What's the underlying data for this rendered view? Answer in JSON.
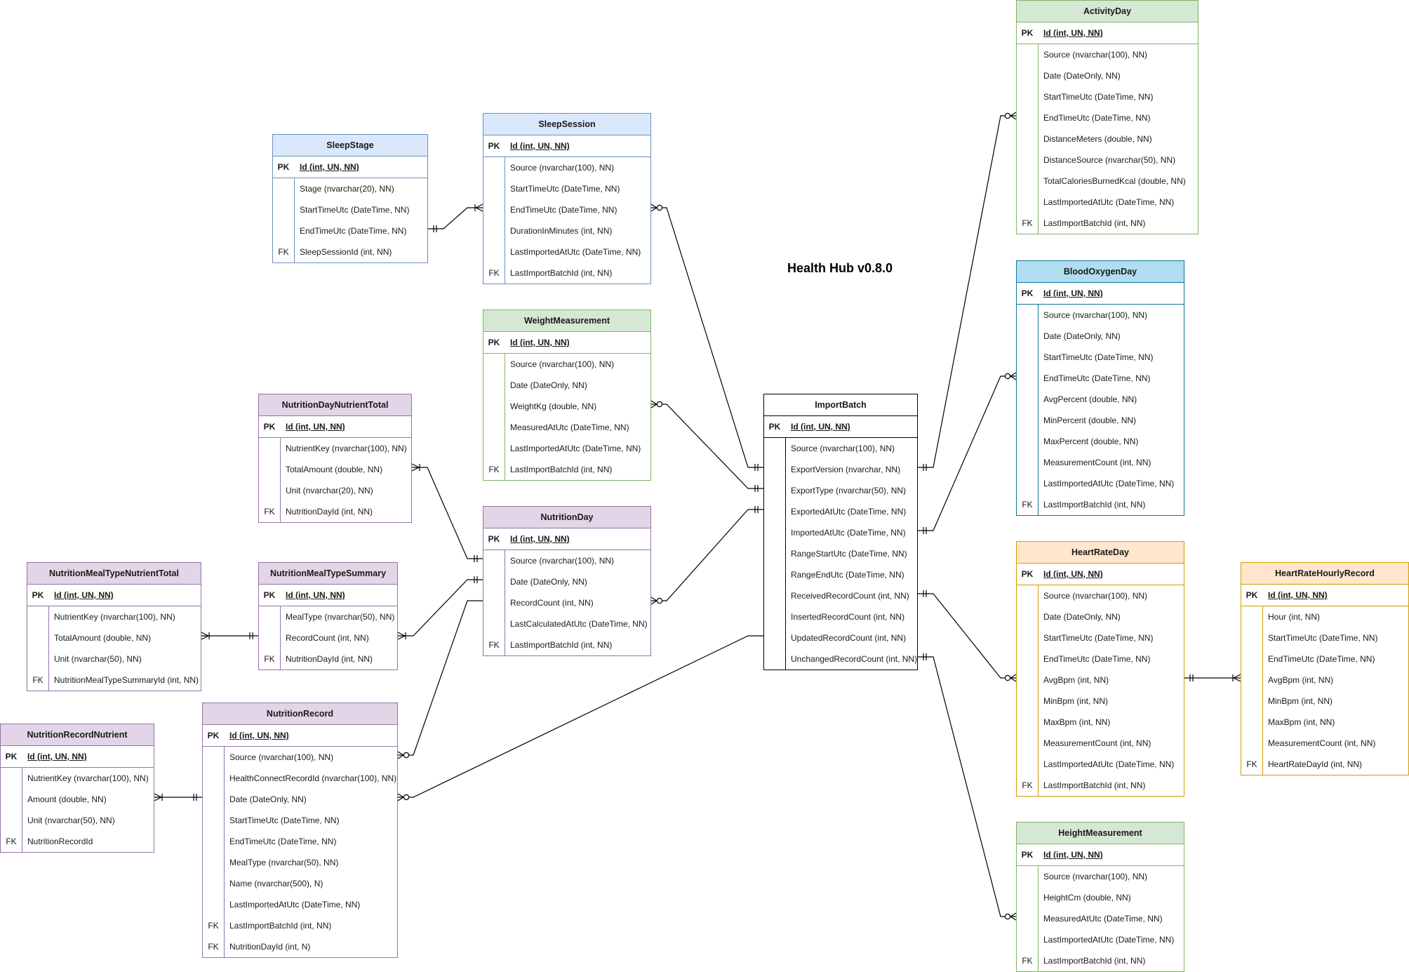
{
  "title": "Health Hub v0.8.0",
  "themes": {
    "blue": {
      "border": "#6c8ebf",
      "header": "#dae8fc"
    },
    "green": {
      "border": "#82b366",
      "header": "#d5e8d4"
    },
    "purple": {
      "border": "#9673a6",
      "header": "#e1d5e7"
    },
    "orange": {
      "border": "#d79b00",
      "header": "#ffe6cc"
    },
    "cyan": {
      "border": "#10739e",
      "header": "#b1ddf0"
    },
    "black": {
      "border": "#000000",
      "header": "#ffffff"
    }
  },
  "entities": [
    {
      "id": "SleepStage",
      "name": "SleepStage",
      "theme": "blue",
      "pk": "Id (int, UN, NN)",
      "rows": [
        [
          "",
          "Stage (nvarchar(20), NN)"
        ],
        [
          "",
          "StartTimeUtc (DateTime, NN)"
        ],
        [
          "",
          "EndTimeUtc (DateTime, NN)"
        ],
        [
          "FK",
          "SleepSessionId (int, NN)"
        ]
      ]
    },
    {
      "id": "SleepSession",
      "name": "SleepSession",
      "theme": "blue",
      "pk": "Id (int, UN, NN)",
      "rows": [
        [
          "",
          "Source (nvarchar(100), NN)"
        ],
        [
          "",
          "StartTimeUtc (DateTime, NN)"
        ],
        [
          "",
          "EndTimeUtc (DateTime, NN)"
        ],
        [
          "",
          "DurationInMinutes (int, NN)"
        ],
        [
          "",
          "LastImportedAtUtc (DateTime, NN)"
        ],
        [
          "FK",
          "LastImportBatchId (int, NN)"
        ]
      ]
    },
    {
      "id": "WeightMeasurement",
      "name": "WeightMeasurement",
      "theme": "green",
      "pk": "Id (int, UN, NN)",
      "rows": [
        [
          "",
          "Source (nvarchar(100), NN)"
        ],
        [
          "",
          "Date (DateOnly, NN)"
        ],
        [
          "",
          "WeightKg (double, NN)"
        ],
        [
          "",
          "MeasuredAtUtc (DateTime, NN)"
        ],
        [
          "",
          "LastImportedAtUtc (DateTime, NN)"
        ],
        [
          "FK",
          "LastImportBatchId (int, NN)"
        ]
      ]
    },
    {
      "id": "NutritionDayNutrientTotal",
      "name": "NutritionDayNutrientTotal",
      "theme": "purple",
      "pk": "Id (int, UN, NN)",
      "rows": [
        [
          "",
          "NutrientKey (nvarchar(100), NN)"
        ],
        [
          "",
          "TotalAmount (double, NN)"
        ],
        [
          "",
          "Unit (nvarchar(20), NN)"
        ],
        [
          "FK",
          "NutritionDayId (int, NN)"
        ]
      ]
    },
    {
      "id": "NutritionDay",
      "name": "NutritionDay",
      "theme": "purple",
      "pk": "Id (int, UN, NN)",
      "rows": [
        [
          "",
          "Source (nvarchar(100), NN)"
        ],
        [
          "",
          "Date (DateOnly, NN)"
        ],
        [
          "",
          "RecordCount (int, NN)"
        ],
        [
          "",
          "LastCalculatedAtUtc (DateTime, NN)"
        ],
        [
          "FK",
          "LastImportBatchId (int, NN)"
        ]
      ]
    },
    {
      "id": "NutritionMealTypeNutrientTotal",
      "name": "NutritionMealTypeNutrientTotal",
      "theme": "purple",
      "pk": "Id (int, UN, NN)",
      "rows": [
        [
          "",
          "NutrientKey (nvarchar(100), NN)"
        ],
        [
          "",
          "TotalAmount (double, NN)"
        ],
        [
          "",
          "Unit (nvarchar(50), NN)"
        ],
        [
          "FK",
          "NutritionMealTypeSummaryId (int, NN)"
        ]
      ]
    },
    {
      "id": "NutritionMealTypeSummary",
      "name": "NutritionMealTypeSummary",
      "theme": "purple",
      "pk": "Id (int, UN, NN)",
      "rows": [
        [
          "",
          "MealType (nvarchar(50), NN)"
        ],
        [
          "",
          "RecordCount (int, NN)"
        ],
        [
          "FK",
          "NutritionDayId (int, NN)"
        ]
      ]
    },
    {
      "id": "NutritionRecordNutrient",
      "name": "NutritionRecordNutrient",
      "theme": "purple",
      "pk": "Id (int, UN, NN)",
      "rows": [
        [
          "",
          "NutrientKey (nvarchar(100), NN)"
        ],
        [
          "",
          "Amount (double, NN)"
        ],
        [
          "",
          "Unit (nvarchar(50), NN)"
        ],
        [
          "FK",
          "NutritionRecordId"
        ]
      ]
    },
    {
      "id": "NutritionRecord",
      "name": "NutritionRecord",
      "theme": "purple",
      "pk": "Id (int, UN, NN)",
      "rows": [
        [
          "",
          "Source (nvarchar(100), NN)"
        ],
        [
          "",
          "HealthConnectRecordId (nvarchar(100), NN)"
        ],
        [
          "",
          "Date (DateOnly, NN)"
        ],
        [
          "",
          "StartTimeUtc (DateTime, NN)"
        ],
        [
          "",
          "EndTimeUtc (DateTime, NN)"
        ],
        [
          "",
          "MealType (nvarchar(50), NN)"
        ],
        [
          "",
          "Name (nvarchar(500), N)"
        ],
        [
          "",
          "LastImportedAtUtc (DateTime, NN)"
        ],
        [
          "FK",
          "LastImportBatchId (int, NN)"
        ],
        [
          "FK",
          "NutritionDayId (int, N)"
        ]
      ]
    },
    {
      "id": "ImportBatch",
      "name": "ImportBatch",
      "theme": "black",
      "pk": "Id (int, UN, NN)",
      "rows": [
        [
          "",
          "Source (nvarchar(100), NN)"
        ],
        [
          "",
          "ExportVersion (nvarchar, NN)"
        ],
        [
          "",
          "ExportType (nvarchar(50), NN)"
        ],
        [
          "",
          "ExportedAtUtc (DateTime, NN)"
        ],
        [
          "",
          "ImportedAtUtc (DateTime, NN)"
        ],
        [
          "",
          "RangeStartUtc (DateTime, NN)"
        ],
        [
          "",
          "RangeEndUtc (DateTime, NN)"
        ],
        [
          "",
          "ReceivedRecordCount (int, NN)"
        ],
        [
          "",
          "InsertedRecordCount (int, NN)"
        ],
        [
          "",
          "UpdatedRecordCount (int, NN)"
        ],
        [
          "",
          "UnchangedRecordCount (int, NN)"
        ]
      ]
    },
    {
      "id": "ActivityDay",
      "name": "ActivityDay",
      "theme": "green",
      "pk": "Id (int, UN, NN)",
      "rows": [
        [
          "",
          "Source (nvarchar(100), NN)"
        ],
        [
          "",
          "Date (DateOnly, NN)"
        ],
        [
          "",
          "StartTimeUtc (DateTime, NN)"
        ],
        [
          "",
          "EndTimeUtc (DateTime, NN)"
        ],
        [
          "",
          "DistanceMeters (double, NN)"
        ],
        [
          "",
          "DistanceSource (nvarchar(50), NN)"
        ],
        [
          "",
          "TotalCaloriesBurnedKcal (double, NN)"
        ],
        [
          "",
          "LastImportedAtUtc (DateTime, NN)"
        ],
        [
          "FK",
          "LastImportBatchId (int, NN)"
        ]
      ]
    },
    {
      "id": "BloodOxygenDay",
      "name": "BloodOxygenDay",
      "theme": "cyan",
      "pk": "Id (int, UN, NN)",
      "rows": [
        [
          "",
          "Source (nvarchar(100), NN)"
        ],
        [
          "",
          "Date (DateOnly, NN)"
        ],
        [
          "",
          "StartTimeUtc (DateTime, NN)"
        ],
        [
          "",
          "EndTimeUtc (DateTime, NN)"
        ],
        [
          "",
          "AvgPercent (double, NN)"
        ],
        [
          "",
          "MinPercent (double, NN)"
        ],
        [
          "",
          "MaxPercent (double, NN)"
        ],
        [
          "",
          "MeasurementCount (int, NN)"
        ],
        [
          "",
          "LastImportedAtUtc (DateTime, NN)"
        ],
        [
          "FK",
          "LastImportBatchId (int, NN)"
        ]
      ]
    },
    {
      "id": "HeartRateDay",
      "name": "HeartRateDay",
      "theme": "orange",
      "pk": "Id (int, UN, NN)",
      "rows": [
        [
          "",
          "Source (nvarchar(100), NN)"
        ],
        [
          "",
          "Date (DateOnly, NN)"
        ],
        [
          "",
          "StartTimeUtc (DateTime, NN)"
        ],
        [
          "",
          "EndTimeUtc (DateTime, NN)"
        ],
        [
          "",
          "AvgBpm (int, NN)"
        ],
        [
          "",
          "MinBpm (int, NN)"
        ],
        [
          "",
          "MaxBpm (int, NN)"
        ],
        [
          "",
          "MeasurementCount (int, NN)"
        ],
        [
          "",
          "LastImportedAtUtc (DateTime, NN)"
        ],
        [
          "FK",
          "LastImportBatchId (int, NN)"
        ]
      ]
    },
    {
      "id": "HeartRateHourlyRecord",
      "name": "HeartRateHourlyRecord",
      "theme": "orange",
      "pk": "Id (int, UN, NN)",
      "rows": [
        [
          "",
          "Hour (int, NN)"
        ],
        [
          "",
          "StartTimeUtc (DateTime, NN)"
        ],
        [
          "",
          "EndTimeUtc (DateTime, NN)"
        ],
        [
          "",
          "AvgBpm (int, NN)"
        ],
        [
          "",
          "MinBpm (int, NN)"
        ],
        [
          "",
          "MaxBpm (int, NN)"
        ],
        [
          "",
          "MeasurementCount (int, NN)"
        ],
        [
          "FK",
          "HeartRateDayId (int, NN)"
        ]
      ]
    },
    {
      "id": "HeightMeasurement",
      "name": "HeightMeasurement",
      "theme": "green",
      "pk": "Id (int, UN, NN)",
      "rows": [
        [
          "",
          "Source (nvarchar(100), NN)"
        ],
        [
          "",
          "HeightCm (double, NN)"
        ],
        [
          "",
          "MeasuredAtUtc (DateTime, NN)"
        ],
        [
          "",
          "LastImportedAtUtc (DateTime, NN)"
        ],
        [
          "FK",
          "LastImportBatchId (int, NN)"
        ]
      ]
    }
  ],
  "relationships": [
    {
      "from": "SleepStage",
      "to": "SleepSession",
      "from_end": "one-mandatory",
      "to_end": "many-mandatory"
    },
    {
      "from": "SleepSession",
      "to": "ImportBatch",
      "from_end": "many-optional",
      "to_end": "one-mandatory"
    },
    {
      "from": "WeightMeasurement",
      "to": "ImportBatch",
      "from_end": "many-optional",
      "to_end": "one-mandatory"
    },
    {
      "from": "NutritionDayNutrientTotal",
      "to": "NutritionDay",
      "from_end": "many-mandatory",
      "to_end": "one-mandatory"
    },
    {
      "from": "NutritionMealTypeSummary",
      "to": "NutritionDay",
      "from_end": "many-mandatory",
      "to_end": "one-mandatory"
    },
    {
      "from": "NutritionDay",
      "to": "ImportBatch",
      "from_end": "many-optional",
      "to_end": "one-mandatory"
    },
    {
      "from": "NutritionRecord",
      "to": "NutritionDay",
      "from_end": "many-optional",
      "to_end": "none"
    },
    {
      "from": "NutritionMealTypeNutrientTotal",
      "to": "NutritionMealTypeSummary",
      "from_end": "many-mandatory",
      "to_end": "one-mandatory"
    },
    {
      "from": "NutritionRecordNutrient",
      "to": "NutritionRecord",
      "from_end": "many-mandatory",
      "to_end": "one-mandatory"
    },
    {
      "from": "NutritionRecord",
      "to": "ImportBatch",
      "from_end": "many-optional",
      "to_end": "none"
    },
    {
      "from": "ImportBatch",
      "to": "ActivityDay",
      "from_end": "one-mandatory",
      "to_end": "many-optional"
    },
    {
      "from": "ImportBatch",
      "to": "BloodOxygenDay",
      "from_end": "one-mandatory",
      "to_end": "many-optional"
    },
    {
      "from": "ImportBatch",
      "to": "HeartRateDay",
      "from_end": "one-mandatory",
      "to_end": "many-optional"
    },
    {
      "from": "ImportBatch",
      "to": "HeightMeasurement",
      "from_end": "one-mandatory",
      "to_end": "many-optional"
    },
    {
      "from": "HeartRateDay",
      "to": "HeartRateHourlyRecord",
      "from_end": "one-mandatory",
      "to_end": "many-mandatory"
    }
  ]
}
